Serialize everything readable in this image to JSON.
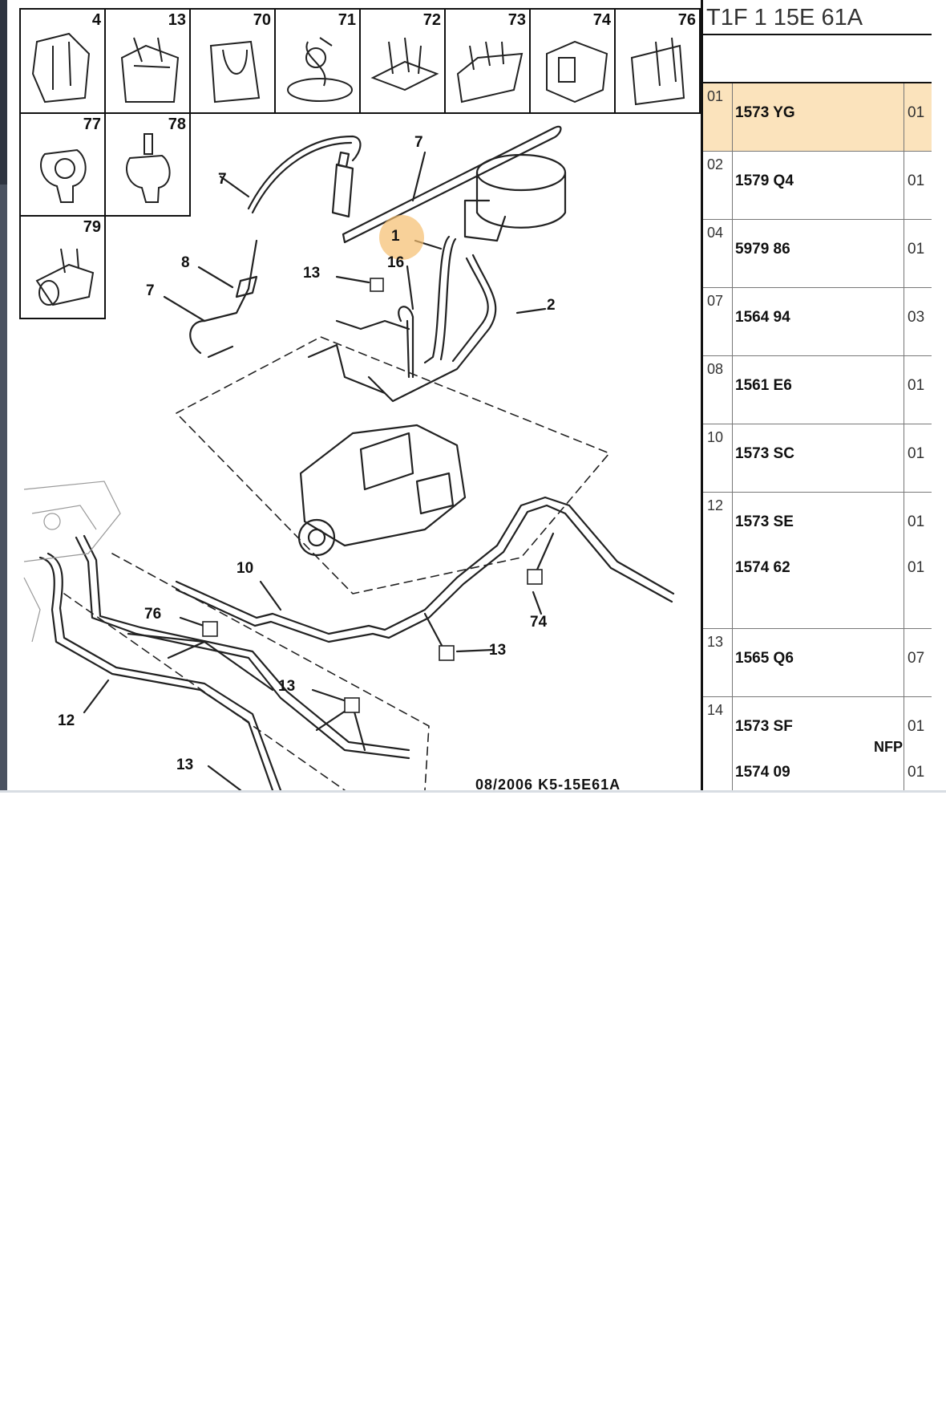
{
  "panel": {
    "title": "T1F 1 15E 61A",
    "rows": [
      {
        "ref": "01",
        "lines": [
          {
            "part": "1573 YG",
            "qty": "01"
          }
        ],
        "selected": true
      },
      {
        "ref": "02",
        "lines": [
          {
            "part": "1579 Q4",
            "qty": "01"
          }
        ]
      },
      {
        "ref": "04",
        "lines": [
          {
            "part": "5979 86",
            "qty": "01"
          }
        ]
      },
      {
        "ref": "07",
        "lines": [
          {
            "part": "1564 94",
            "qty": "03"
          }
        ]
      },
      {
        "ref": "08",
        "lines": [
          {
            "part": "1561 E6",
            "qty": "01"
          }
        ]
      },
      {
        "ref": "10",
        "lines": [
          {
            "part": "1573 SC",
            "qty": "01"
          }
        ]
      },
      {
        "ref": "12",
        "lines": [
          {
            "part": "1573 SE",
            "qty": "01"
          },
          {
            "part": "1574 62",
            "qty": "01"
          }
        ]
      },
      {
        "ref": "13",
        "lines": [
          {
            "part": "1565 Q6",
            "qty": "07"
          }
        ]
      },
      {
        "ref": "14",
        "lines": [
          {
            "part": "1573 SF",
            "qty": "01"
          },
          {
            "part": "1574 09",
            "qty": "01"
          }
        ],
        "note": "NFP"
      }
    ]
  },
  "diagram": {
    "clip_numbers": [
      "4",
      "13",
      "70",
      "71",
      "72",
      "73",
      "74",
      "76",
      "77",
      "78",
      "79"
    ],
    "callouts": [
      "7",
      "7",
      "1",
      "8",
      "13",
      "16",
      "7",
      "2",
      "10",
      "76",
      "13",
      "74",
      "13",
      "12",
      "13"
    ],
    "footer_code": "08/2006   K5-15E61A",
    "highlight_color": "#f5be6e"
  }
}
